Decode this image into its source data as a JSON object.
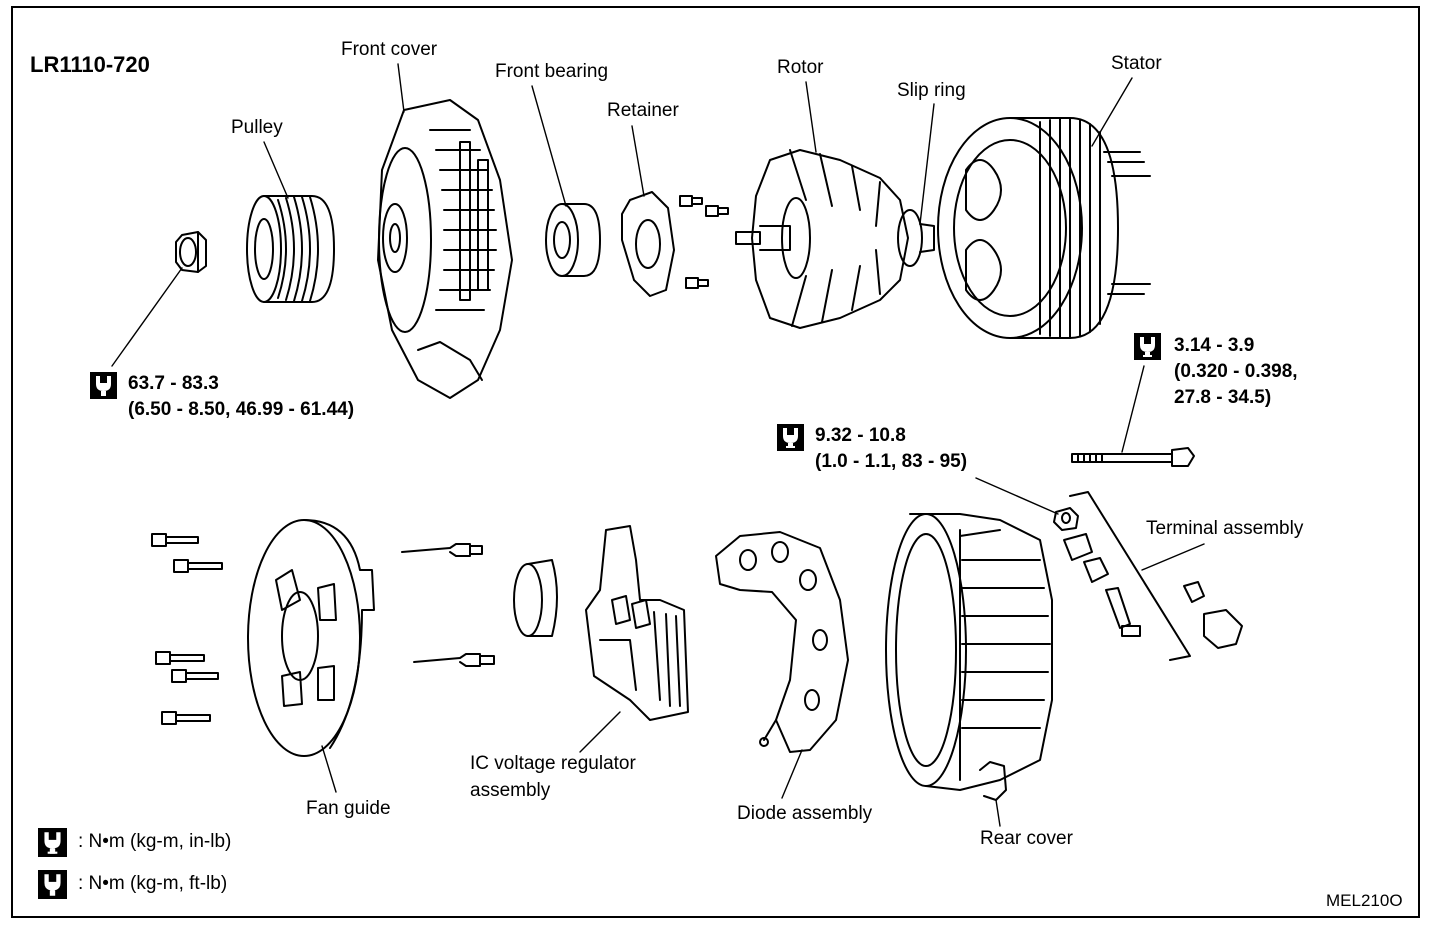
{
  "model": "LR1110-720",
  "figure_code": "MEL210O",
  "labels": {
    "front_cover": "Front cover",
    "pulley": "Pulley",
    "front_bearing": "Front bearing",
    "retainer": "Retainer",
    "rotor": "Rotor",
    "slip_ring": "Slip ring",
    "stator": "Stator",
    "terminal_assembly": "Terminal assembly",
    "fan_guide": "Fan guide",
    "ic_regulator_line1": "IC voltage regulator",
    "ic_regulator_line2": "assembly",
    "diode_assembly": "Diode assembly",
    "rear_cover": "Rear cover"
  },
  "torque_specs": {
    "pulley_nut": {
      "line1": "63.7 - 83.3",
      "line2": "(6.50 - 8.50, 46.99 - 61.44)",
      "icon": "torque-ft-lb-icon"
    },
    "through_bolt": {
      "line1": "3.14 - 3.9",
      "line2": "(0.320 - 0.398,",
      "line3": "27.8 - 34.5)",
      "icon": "torque-in-lb-icon"
    },
    "terminal_nut": {
      "line1": "9.32 - 10.8",
      "line2": "(1.0 - 1.1, 83 - 95)",
      "icon": "torque-in-lb-icon"
    }
  },
  "legend": {
    "in_lb": ":  N•m  (kg-m,  in-lb)",
    "ft_lb": ":  N•m  (kg-m,  ft-lb)"
  }
}
